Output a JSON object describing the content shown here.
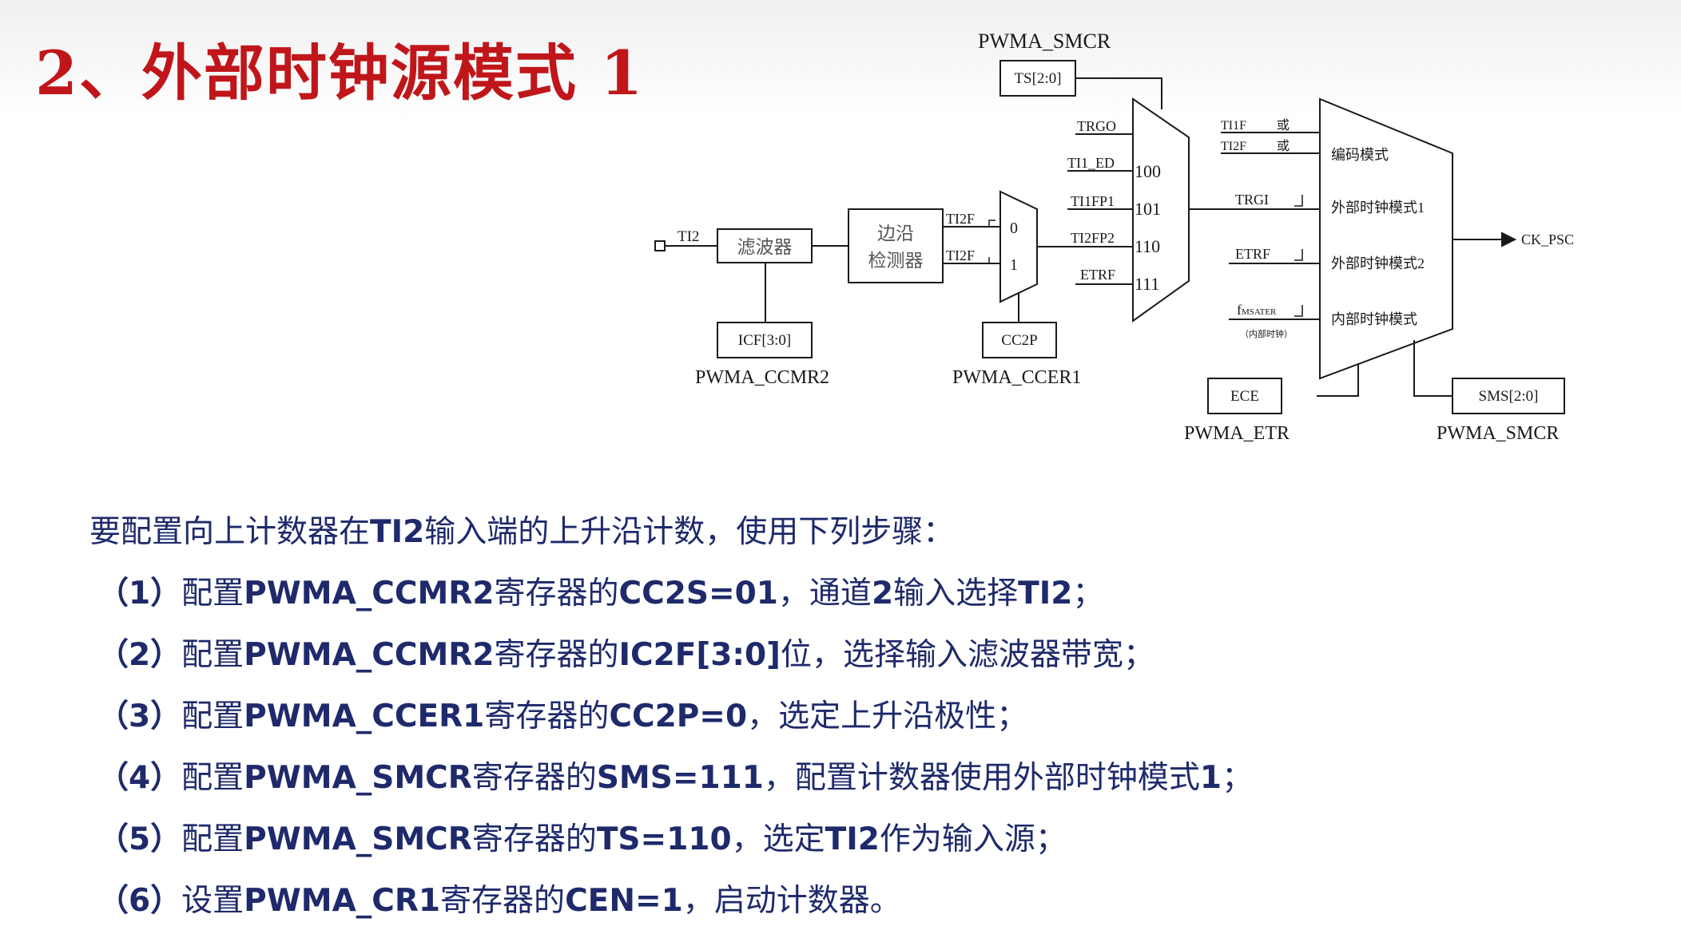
{
  "slide": {
    "title": "2、外部时钟源模式 1",
    "colors": {
      "title": "#c0161a",
      "text": "#1e2a6b",
      "line": "#1a1a1a"
    }
  },
  "diagram": {
    "labels": {
      "pwma_smcr_top": "PWMA_SMCR",
      "ts_box": "TS[2:0]",
      "ti2_input": "TI2",
      "filter": "滤波器",
      "edge_detector_l1": "边沿",
      "edge_detector_l2": "检测器",
      "icf_box": "ICF[3:0]",
      "pwma_ccmr2": "PWMA_CCMR2",
      "ti2f_rise": "TI2F",
      "ti2f_fall": "TI2F",
      "mux_in0": "0",
      "mux_in1": "1",
      "cc2p_box": "CC2P",
      "pwma_ccer1": "PWMA_CCER1",
      "trgo": "TRGO",
      "ti1_ed": "TI1_ED",
      "ti1fp1": "TI1FP1",
      "ti2fp2": "TI2FP2",
      "etrf_in": "ETRF",
      "sel_100": "100",
      "sel_101": "101",
      "sel_110": "110",
      "sel_111": "111",
      "ti1f": "TI1F",
      "ti2f": "TI2F",
      "or1": "或",
      "or2": "或",
      "trgi": "TRGI",
      "etrf": "ETRF",
      "fmaster_f": "f",
      "fmaster_sub": "MSATER",
      "fmaster_note": "（内部时钟）",
      "mode_encoder": "编码模式",
      "mode_ext1": "外部时钟模式1",
      "mode_ext2": "外部时钟模式2",
      "mode_internal": "内部时钟模式",
      "ck_psc": "CK_PSC",
      "ece_box": "ECE",
      "pwma_etr": "PWMA_ETR",
      "sms_box": "SMS[2:0]",
      "pwma_smcr_bottom": "PWMA_SMCR"
    }
  },
  "steps": {
    "intro": {
      "pre": "要配置向上计数器在",
      "code": "TI2",
      "post": "输入端的上升沿计数，使用下列步骤："
    },
    "items": [
      {
        "num": "（1）",
        "verb": "配置",
        "reg": "PWMA_CCMR2",
        "mid": "寄存器的",
        "field": "CC2S=01",
        "tail": "，通道",
        "extra": "2",
        "tail2": "输入选择",
        "extra2": "TI2",
        "end": "；"
      },
      {
        "num": "（2）",
        "verb": "配置",
        "reg": "PWMA_CCMR2",
        "mid": "寄存器的",
        "field": "IC2F[3:0]",
        "tail": "位，选择输入滤波器带宽；",
        "extra": "",
        "tail2": "",
        "extra2": "",
        "end": ""
      },
      {
        "num": "（3）",
        "verb": "配置",
        "reg": "PWMA_CCER1",
        "mid": "寄存器的",
        "field": "CC2P=0",
        "tail": "，选定上升沿极性；",
        "extra": "",
        "tail2": "",
        "extra2": "",
        "end": ""
      },
      {
        "num": "（4）",
        "verb": "配置",
        "reg": "PWMA_SMCR",
        "mid": "寄存器的",
        "field": "SMS=111",
        "tail": "，配置计数器使用外部时钟模式",
        "extra": "1",
        "tail2": "；",
        "extra2": "",
        "end": ""
      },
      {
        "num": "（5）",
        "verb": "配置",
        "reg": "PWMA_SMCR",
        "mid": "寄存器的",
        "field": "TS=110",
        "tail": "，选定",
        "extra": "TI2",
        "tail2": "作为输入源；",
        "extra2": "",
        "end": ""
      },
      {
        "num": "（6）",
        "verb": "设置",
        "reg": "PWMA_CR1",
        "mid": "寄存器的",
        "field": "CEN=1",
        "tail": "，启动计数器。",
        "extra": "",
        "tail2": "",
        "extra2": "",
        "end": ""
      }
    ]
  }
}
